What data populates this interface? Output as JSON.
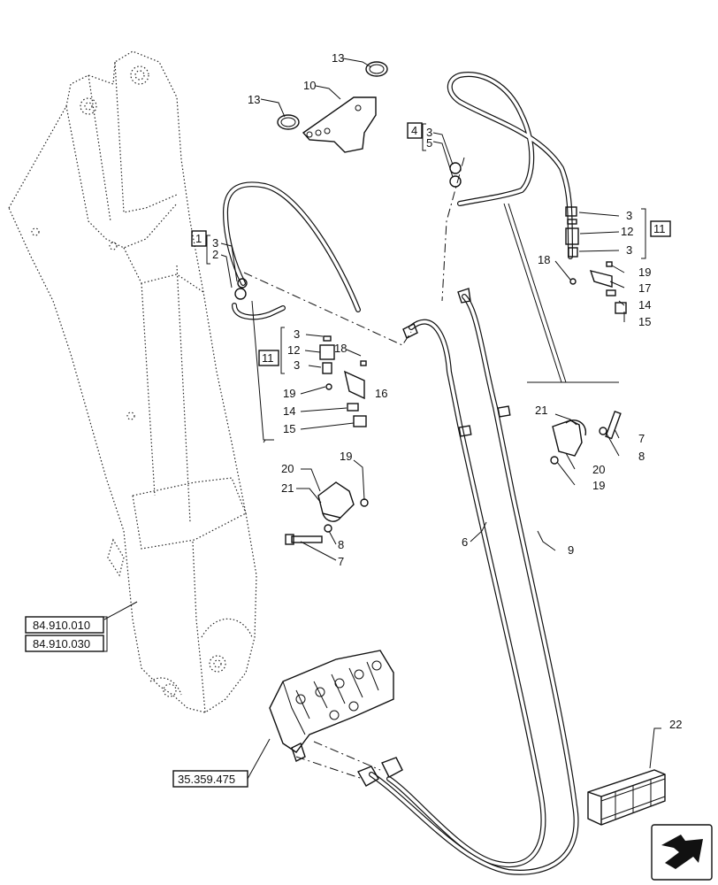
{
  "callouts": {
    "c13a": "13",
    "c13b": "13",
    "c10": "10",
    "l3a": "3",
    "l2": "2",
    "l3b": "3",
    "l12a": "12",
    "l3c": "3",
    "l18a": "18",
    "l19a": "19",
    "l16": "16",
    "l14a": "14",
    "l15a": "15",
    "r3a": "3",
    "r5": "5",
    "r3b": "3",
    "r12": "12",
    "r3c": "3",
    "r18": "18",
    "r19": "19",
    "r17": "17",
    "r14": "14",
    "r15": "15",
    "m19": "19",
    "m20": "20",
    "m21": "21",
    "m8": "8",
    "m7": "7",
    "s21": "21",
    "s7": "7",
    "s8": "8",
    "s20": "20",
    "s19": "19",
    "h6": "6",
    "h9": "9",
    "k22": "22"
  },
  "boxes": {
    "box1": "1",
    "box11a": "11",
    "box4": "4",
    "box11b": "11"
  },
  "references": {
    "ref1": "84.910.010",
    "ref2": "84.910.030",
    "ref3": "35.359.475"
  },
  "icons": {
    "nav": "next-page-arrow-icon",
    "kit": "crate-icon"
  }
}
